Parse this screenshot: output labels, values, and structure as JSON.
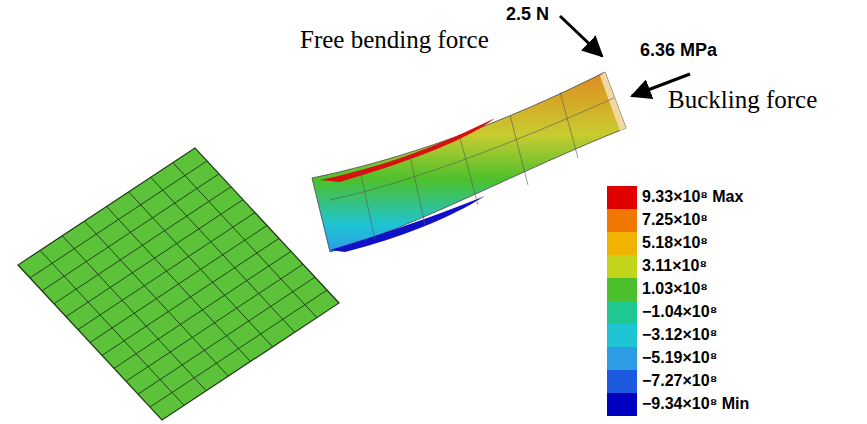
{
  "diagram": {
    "labels": [
      "2.5 N",
      "Free bending force",
      "6.36 MPa",
      "Buckling force"
    ],
    "legend": [
      {
        "text": "9.33×10⁸ Max",
        "color": "#e00000"
      },
      {
        "text": "7.25×10⁸",
        "color": "#f07800"
      },
      {
        "text": "5.18×10⁸",
        "color": "#f0b400"
      },
      {
        "text": "3.11×10⁸",
        "color": "#c4d41c"
      },
      {
        "text": "1.03×10⁸",
        "color": "#4cc02c"
      },
      {
        "text": "−1.04×10⁸",
        "color": "#1ec890"
      },
      {
        "text": "−3.12×10⁸",
        "color": "#1ec4d4"
      },
      {
        "text": "−5.19×10⁸",
        "color": "#2c9ce4"
      },
      {
        "text": "−7.27×10⁸",
        "color": "#1e5ae0"
      },
      {
        "text": "−9.34×10⁸ Min",
        "color": "#0000c0"
      }
    ]
  }
}
